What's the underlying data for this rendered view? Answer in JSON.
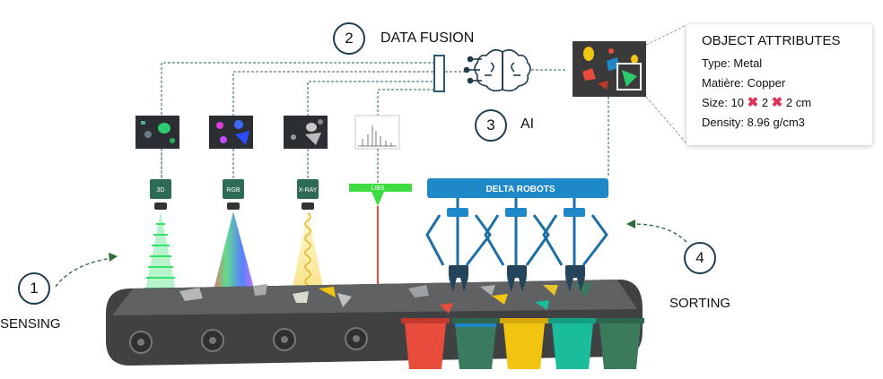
{
  "steps": {
    "sensing": {
      "number": "1",
      "label": "SENSING"
    },
    "data_fusion": {
      "number": "2",
      "label": "DATA FUSION"
    },
    "ai": {
      "number": "3",
      "label": "AI"
    },
    "sorting": {
      "number": "4",
      "label": "SORTING"
    }
  },
  "sensors": [
    {
      "tag": "3D",
      "color": "#2ecc71"
    },
    {
      "tag": "RGB",
      "color": "#3b82f6"
    },
    {
      "tag": "X-RAY",
      "color": "#f5d76e"
    },
    {
      "tag": "LIBS",
      "color": "#e74c3c"
    }
  ],
  "robots_banner": "DELTA ROBOTS",
  "object_attributes": {
    "title": "OBJECT ATTRIBUTES",
    "type": "Type: Metal",
    "material": "Matière: Copper",
    "size_prefix": "Size: 10",
    "size_mid": "2",
    "size_suffix": "2 cm",
    "density": "Density: 8.96 g/cm3"
  },
  "bins": [
    {
      "color": "#e74c3c"
    },
    {
      "color": "#3a7a5e"
    },
    {
      "color": "#f1c40f"
    },
    {
      "color": "#1abc9c"
    },
    {
      "color": "#3b7a5a"
    }
  ],
  "colors": {
    "belt": "#4a4a4a",
    "banner": "#1e88c9",
    "sensor_head": "#2e6b57",
    "libs_head": "#3ddc40",
    "circle_border": "#1f3d4f"
  }
}
